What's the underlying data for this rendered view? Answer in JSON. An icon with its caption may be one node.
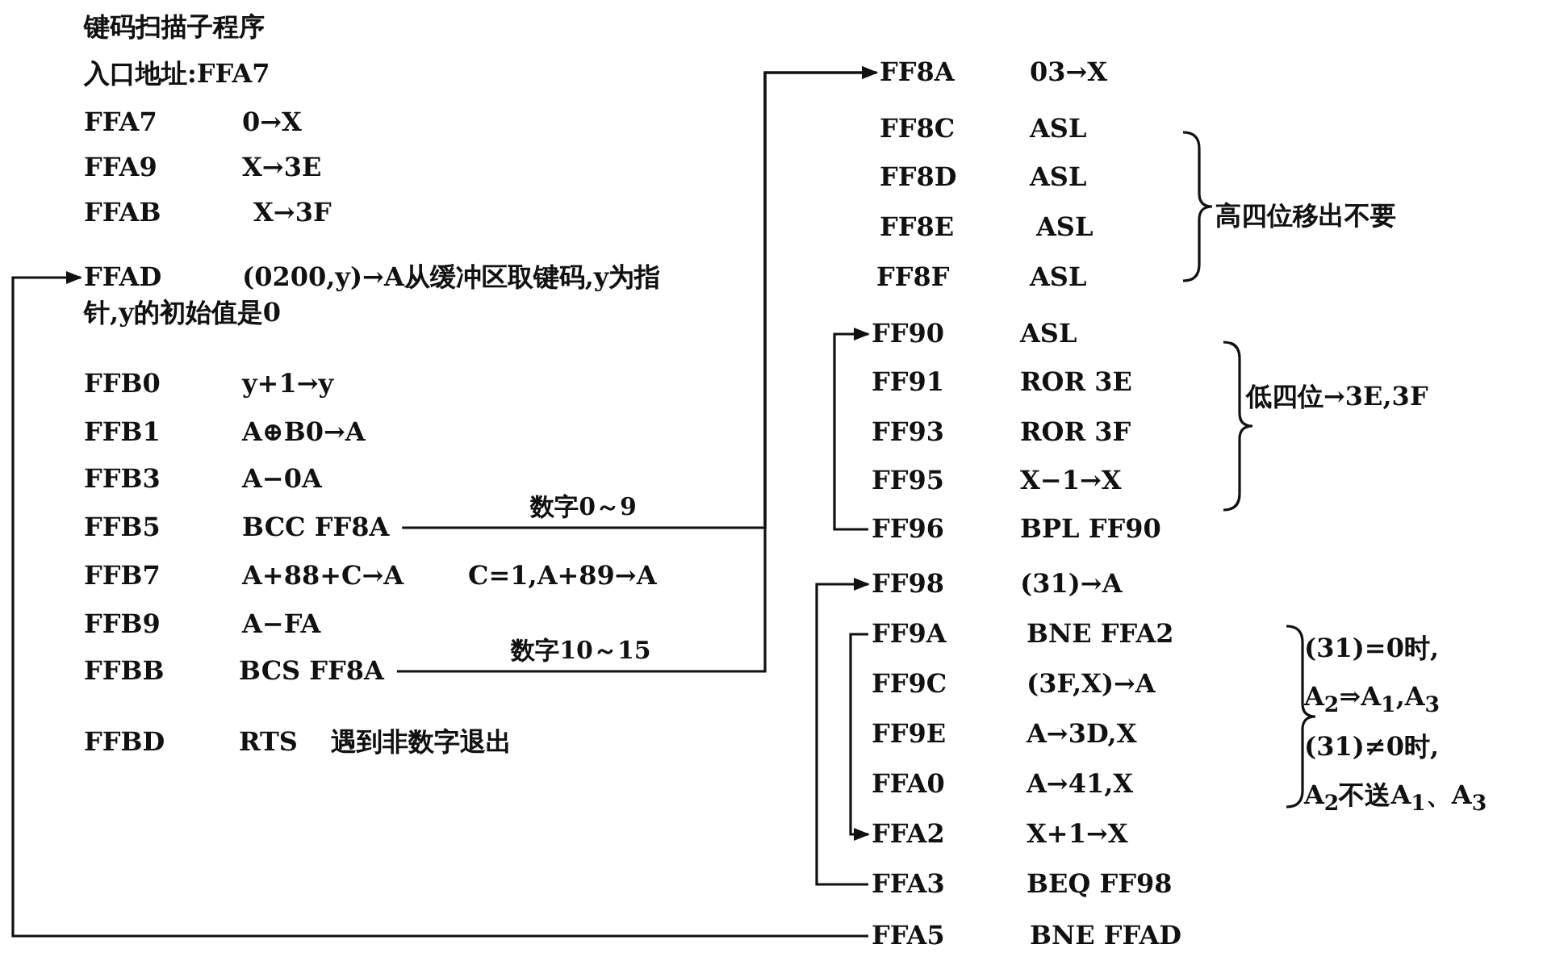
{
  "diagram": {
    "title": "键码扫描子程序",
    "nodes": [
      {
        "text": [
          "FFAD",
          "(0200,y)→A",
          "从缓冲区取键码,y为指针,y的初始值是0"
        ]
      },
      {
        "text": [
          "FFB5",
          "BCC FF8A"
        ]
      },
      {
        "text": [
          "FFBB",
          "BCS FF8A"
        ]
      },
      {
        "text": [
          "FF8A",
          "03→X"
        ]
      },
      {
        "text": [
          "FF90",
          "ASL"
        ]
      },
      {
        "text": [
          "FF96",
          "BPL FF90"
        ]
      },
      {
        "text": [
          "FF98",
          "(31)→A"
        ]
      },
      {
        "text": [
          "FF9A",
          "BNE FFA2"
        ]
      },
      {
        "text": [
          "FFA2",
          "X+1→X"
        ]
      },
      {
        "text": [
          "FFA3",
          "BEQ FF98"
        ]
      },
      {
        "text": [
          "FFA5",
          "BNE FFAD"
        ]
      }
    ],
    "edges": [
      {
        "from": 1,
        "to": 3,
        "arrow": "to",
        "label": "数字0～9"
      },
      {
        "from": 2,
        "to": 3,
        "arrow": "to",
        "label": "数字10～15"
      },
      {
        "from": 5,
        "to": 4,
        "arrow": "to"
      },
      {
        "from": 7,
        "to": 8,
        "arrow": "to"
      },
      {
        "from": 9,
        "to": 6,
        "arrow": "to"
      },
      {
        "from": 10,
        "to": 0,
        "arrow": "to"
      }
    ],
    "labels": [
      "入口地址:FFA7",
      "FFA7",
      "0→X",
      "FFA9",
      "X→3E",
      "FFAB",
      "X→3F",
      "FFB0",
      "y+1→y",
      "FFB1",
      "A⊕B0→A",
      "FFB3",
      "A−0A",
      "FFB7",
      "A+88+C→A",
      "C=1,A+89→A",
      "FFB9",
      "A−FA",
      "FFBD",
      "RTS",
      "遇到非数字退出",
      "FF8C",
      "ASL",
      "FF8D",
      "ASL",
      "FF8E",
      "ASL",
      "FF8F",
      "ASL",
      "高四位移出不要",
      "FF91",
      "ROR 3E",
      "FF93",
      "ROR 3F",
      "FF95",
      "X−1→X",
      "低四位→3E,3F",
      "FF9C",
      "(3F,X)→A",
      "FF9E",
      "A→3D,X",
      "FFA0",
      "A→41,X",
      "(31)=0时,",
      "A$_{2}$⇒A$_{1}$,A$_{3}$",
      "(31)≠0时,",
      "A$_{2}$不送A$_{1}$、A$_{3}$"
    ]
  }
}
